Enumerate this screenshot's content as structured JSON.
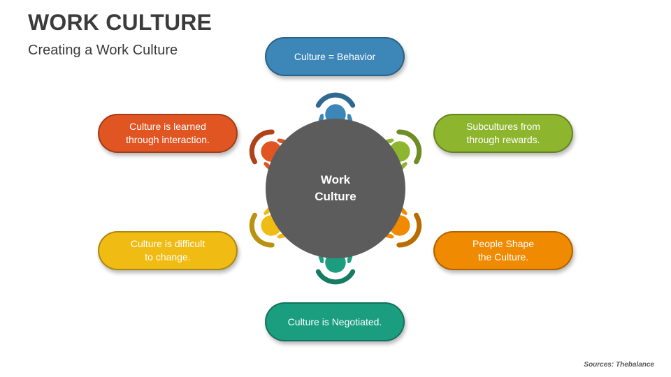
{
  "title": "WORK CULTURE",
  "subtitle": "Creating a Work Culture",
  "center_label": "Work\nCulture",
  "source": "Sources: Thebalance",
  "items": [
    {
      "label": "Culture = Behavior",
      "color": "#3d86b8"
    },
    {
      "label": "Subcultures from\nthrough rewards.",
      "color": "#8db52e"
    },
    {
      "label": "People Shape\nthe Culture.",
      "color": "#f08a00"
    },
    {
      "label": "Culture is Negotiated.",
      "color": "#1b9e80"
    },
    {
      "label": "Culture is difficult\nto change.",
      "color": "#f0bb12"
    },
    {
      "label": "Culture is learned\nthrough interaction.",
      "color": "#e05522"
    }
  ],
  "colors": {
    "table": "#5c5c5c",
    "title": "#3b3b3b"
  }
}
